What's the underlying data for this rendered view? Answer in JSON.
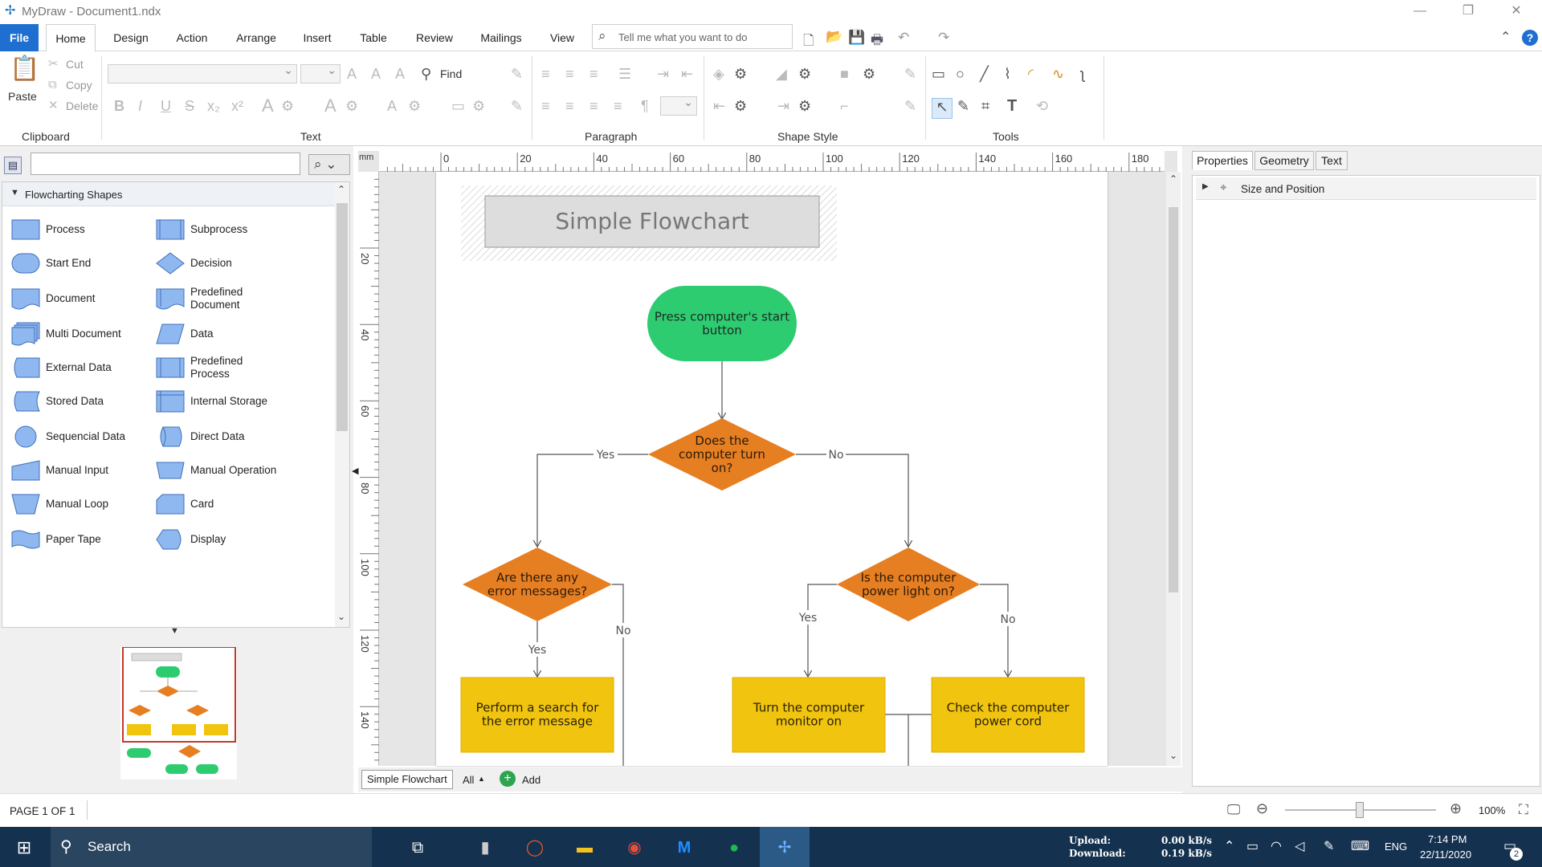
{
  "window": {
    "title": "MyDraw - Document1.ndx",
    "controls": {
      "minimize": "—",
      "restore": "❐",
      "close": "✕"
    }
  },
  "ribbon": {
    "tabs": [
      "File",
      "Home",
      "Design",
      "Action",
      "Arrange",
      "Insert",
      "Table",
      "Review",
      "Mailings",
      "View"
    ],
    "active_tab": "Home",
    "tell_me_placeholder": "Tell me what you want to do",
    "groups": {
      "clipboard": {
        "label": "Clipboard",
        "paste": "Paste",
        "cut": "Cut",
        "copy": "Copy",
        "delete": "Delete"
      },
      "text": {
        "label": "Text",
        "find": "Find"
      },
      "paragraph": {
        "label": "Paragraph"
      },
      "shape_style": {
        "label": "Shape Style"
      },
      "tools": {
        "label": "Tools"
      }
    }
  },
  "left_panel": {
    "category": "Flowcharting Shapes",
    "shapes": [
      [
        "Process",
        "Subprocess"
      ],
      [
        "Start End",
        "Decision"
      ],
      [
        "Document",
        "Predefined Document"
      ],
      [
        "Multi Document",
        "Data"
      ],
      [
        "External Data",
        "Predefined Process"
      ],
      [
        "Stored Data",
        "Internal Storage"
      ],
      [
        "Sequencial Data",
        "Direct Data"
      ],
      [
        "Manual Input",
        "Manual Operation"
      ],
      [
        "Manual Loop",
        "Card"
      ],
      [
        "Paper Tape",
        "Display"
      ]
    ]
  },
  "ruler": {
    "unit": "mm",
    "h_ticks": [
      "0",
      "20",
      "40",
      "60",
      "80",
      "100",
      "120",
      "140",
      "160",
      "180"
    ],
    "v_ticks": [
      "20",
      "40",
      "60",
      "80",
      "100",
      "120",
      "140"
    ]
  },
  "flowchart": {
    "title": "Simple Flowchart",
    "start": "Press computer's start button",
    "decision1": "Does the computer turn on?",
    "decision2": "Are there any error messages?",
    "decision3": "Is the computer power light on?",
    "process1": "Perform a search for the error message",
    "process2": "Turn the computer monitor on",
    "process3": "Check the computer power cord",
    "label_yes": "Yes",
    "label_no": "No",
    "colors": {
      "terminal": "#2ecc71",
      "decision": "#e67e22",
      "process": "#f1c40f",
      "line": "#555555"
    }
  },
  "page_tabs": {
    "current": "Simple Flowchart",
    "all": "All",
    "add": "Add"
  },
  "right_panel": {
    "tabs": [
      "Properties",
      "Geometry",
      "Text"
    ],
    "active_tab": "Properties",
    "section": "Size and Position"
  },
  "status": {
    "page": "PAGE 1 OF 1",
    "zoom": "100%"
  },
  "taskbar": {
    "search": "Search",
    "upload_label": "Upload:",
    "download_label": "Download:",
    "upload_value": "0.00 kB/s",
    "download_value": "0.19 kB/s",
    "language": "ENG",
    "time": "7:14 PM",
    "date": "22/11/2020",
    "notifications": "2"
  }
}
